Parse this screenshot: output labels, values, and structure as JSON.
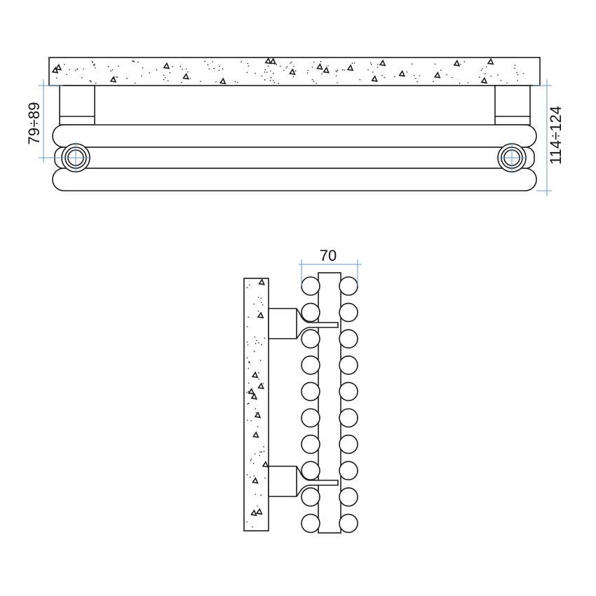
{
  "dimensions": {
    "bracket_height": "79÷89",
    "total_height": "114÷124",
    "depth": "70"
  },
  "colors": {
    "line": "#1a1a1a",
    "dimension_line": "#5b9bd5"
  }
}
